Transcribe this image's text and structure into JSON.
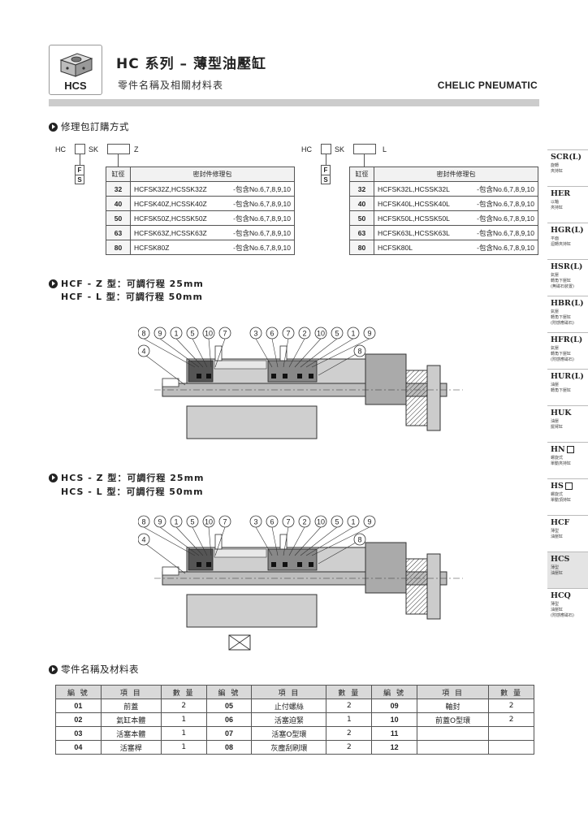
{
  "header": {
    "logo_label": "HCS",
    "title": "HC 系列 – 薄型油壓缸",
    "subtitle": "零件名稱及相關材料表",
    "brand": "CHELIC PNEUMATIC"
  },
  "repair": {
    "heading": "修理包訂購方式",
    "left": {
      "prefix": "HC",
      "sk": "SK",
      "suffix": "Z",
      "fs": [
        "F",
        "S"
      ],
      "col_bore": "缸徑",
      "col_desc": "密封件修理包",
      "rows": [
        {
          "bore": "32",
          "model": "HCFSK32Z,HCSSK32Z",
          "note": "-包含No.6,7,8,9,10"
        },
        {
          "bore": "40",
          "model": "HCFSK40Z,HCSSK40Z",
          "note": "-包含No.6,7,8,9,10"
        },
        {
          "bore": "50",
          "model": "HCFSK50Z,HCSSK50Z",
          "note": "-包含No.6,7,8,9,10"
        },
        {
          "bore": "63",
          "model": "HCFSK63Z,HCSSK63Z",
          "note": "-包含No.6,7,8,9,10"
        },
        {
          "bore": "80",
          "model": "HCFSK80Z",
          "note": "-包含No.6,7,8,9,10"
        }
      ]
    },
    "right": {
      "prefix": "HC",
      "sk": "SK",
      "suffix": "L",
      "fs": [
        "F",
        "S"
      ],
      "col_bore": "缸徑",
      "col_desc": "密封件修理包",
      "rows": [
        {
          "bore": "32",
          "model": "HCFSK32L,HCSSK32L",
          "note": "-包含No.6,7,8,9,10"
        },
        {
          "bore": "40",
          "model": "HCFSK40L,HCSSK40L",
          "note": "-包含No.6,7,8,9,10"
        },
        {
          "bore": "50",
          "model": "HCFSK50L,HCSSK50L",
          "note": "-包含No.6,7,8,9,10"
        },
        {
          "bore": "63",
          "model": "HCFSK63L,HCSSK63L",
          "note": "-包含No.6,7,8,9,10"
        },
        {
          "bore": "80",
          "model": "HCFSK80L",
          "note": "-包含No.6,7,8,9,10"
        }
      ]
    }
  },
  "hcf": {
    "line1": "HCF - Z 型：可調行程 25mm",
    "line2": "HCF - L 型：可調行程 50mm"
  },
  "hcs": {
    "line1": "HCS - Z 型：可調行程 25mm",
    "line2": "HCS - L 型：可調行程 50mm"
  },
  "balloons": {
    "top": [
      "8",
      "9",
      "1",
      "5",
      "10",
      "7",
      "3",
      "6",
      "7",
      "2",
      "10",
      "5",
      "1",
      "9"
    ],
    "left": "4",
    "right": "8"
  },
  "parts": {
    "heading": "零件名稱及材料表",
    "headers": [
      "編 號",
      "項 目",
      "數 量",
      "編 號",
      "項 目",
      "數 量",
      "編 號",
      "項 目",
      "數 量"
    ],
    "rows": [
      [
        "01",
        "前蓋",
        "2",
        "05",
        "止付螺絲",
        "2",
        "09",
        "軸封",
        "2"
      ],
      [
        "02",
        "氣缸本體",
        "1",
        "06",
        "活塞迫緊",
        "1",
        "10",
        "前蓋O型環",
        "2"
      ],
      [
        "03",
        "活塞本體",
        "1",
        "07",
        "活塞O型環",
        "2",
        "11",
        "",
        ""
      ],
      [
        "04",
        "活塞桿",
        "1",
        "08",
        "灰塵刮刷環",
        "2",
        "12",
        "",
        ""
      ]
    ]
  },
  "sidebar": [
    {
      "code": "SCR(L)",
      "desc": "旋轉\n夾持缸",
      "box": false
    },
    {
      "code": "HER",
      "desc": "以軸\n夾持缸",
      "box": false
    },
    {
      "code": "HGR(L)",
      "desc": "平面\n迴轉夾持缸",
      "box": false
    },
    {
      "code": "HSR(L)",
      "desc": "氣壓\n轉角下壓缸\n(無磁石裝置)",
      "box": false
    },
    {
      "code": "HBR(L)",
      "desc": "氣壓\n轉角下壓缸\n(附感應磁石)",
      "box": false
    },
    {
      "code": "HFR(L)",
      "desc": "氣壓\n轉角下壓缸\n(附感應磁石)",
      "box": false
    },
    {
      "code": "HUR(L)",
      "desc": "油壓\n轉角下壓缸",
      "box": false
    },
    {
      "code": "HUK",
      "desc": "油壓\n擺臂缸",
      "box": false
    },
    {
      "code": "HN",
      "desc": "螺旋式\n單動夾持缸",
      "box": true
    },
    {
      "code": "HS",
      "desc": "螺旋式\n單動頂持缸",
      "box": true
    },
    {
      "code": "HCF",
      "desc": "薄型\n油壓缸",
      "box": false
    },
    {
      "code": "HCS",
      "desc": "薄型\n油壓缸",
      "box": false,
      "active": true
    },
    {
      "code": "HCQ",
      "desc": "薄型\n油壓缸\n(附感應磁石)",
      "box": false
    }
  ],
  "colors": {
    "body": "#cfcfcf",
    "dark": "#555555",
    "rod": "#bdbdbd",
    "header_bar": "#cccccc"
  }
}
